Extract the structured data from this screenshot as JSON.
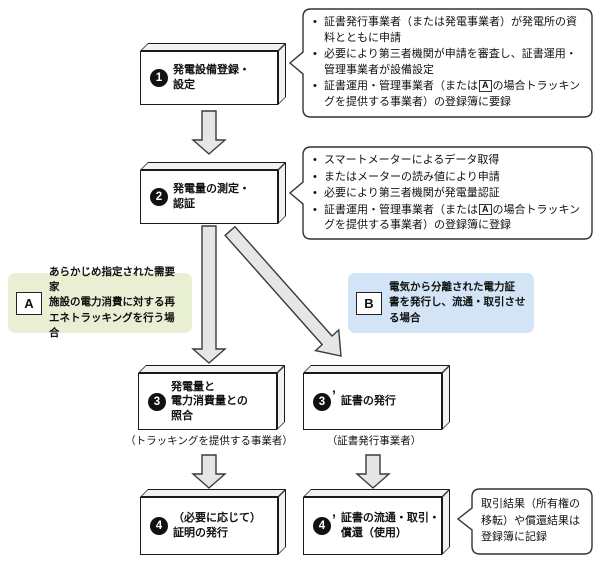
{
  "ui": {
    "bullet_char": "•"
  },
  "colors": {
    "tag_a_bg": "#e8efd3",
    "tag_b_bg": "#d2e4f5",
    "arrow_fill": "#e6e6e6",
    "box_side_face": "#f2f2f2",
    "border": "#1a1a1a",
    "background": "#ffffff"
  },
  "steps": [
    {
      "num": "1",
      "prime": "",
      "label": "発電設備登録・\n設定"
    },
    {
      "num": "2",
      "prime": "",
      "label": "発電量の測定・\n認証"
    },
    {
      "num": "3",
      "prime": "",
      "label": "発電量と\n電力消費量との\n照合",
      "caption": "（トラッキングを提供する事業者）"
    },
    {
      "num": "3",
      "prime": "’",
      "label": "証書の発行",
      "caption": "（証書発行事業者）"
    },
    {
      "num": "4",
      "prime": "",
      "label": "（必要に応じて）\n証明の発行"
    },
    {
      "num": "4",
      "prime": "’",
      "label": "証書の流通・取引・\n償還（使用）"
    }
  ],
  "callouts": {
    "c1": {
      "bullets": [
        {
          "pre": "証書発行事業者（または発電事業者）が発電所の資料とともに申請",
          "boxed": "",
          "post": ""
        },
        {
          "pre": "必要により第三者機関が申請を審査し、証書運用・管理事業者が設備設定",
          "boxed": "",
          "post": ""
        },
        {
          "pre": "証書運用・管理事業者（または",
          "boxed": "A",
          "post": "の場合トラッキングを提供する事業者）の登録簿に要録"
        }
      ]
    },
    "c2": {
      "bullets": [
        {
          "pre": "スマートメーターによるデータ取得",
          "boxed": "",
          "post": ""
        },
        {
          "pre": "またはメーターの読み値により申請",
          "boxed": "",
          "post": ""
        },
        {
          "pre": "必要により第三者機関が発電量認証",
          "boxed": "",
          "post": ""
        },
        {
          "pre": "証書運用・管理事業者（または",
          "boxed": "A",
          "post": "の場合トラッキングを提供する事業者）の登録簿に登録"
        }
      ]
    },
    "c3": {
      "text": "取引結果（所有権の\n移転）や償還結果は\n登録簿に記録"
    }
  },
  "tags": {
    "a": {
      "letter": "A",
      "text": "あらかじめ指定された需要家\n施設の電力消費に対する再\nエネトラッキングを行う場合"
    },
    "b": {
      "letter": "B",
      "text": "電気から分離された電力証\n書を発行し、流通・取引させ\nる場合"
    }
  }
}
